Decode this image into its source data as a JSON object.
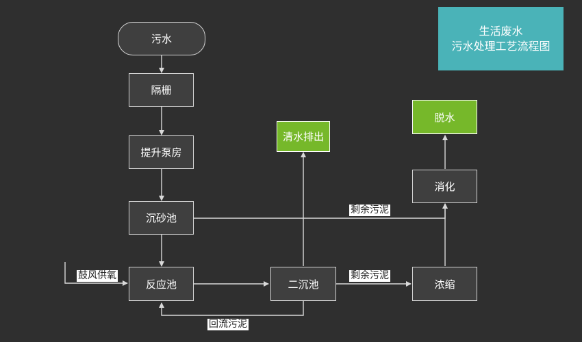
{
  "title": {
    "line1": "生活废水",
    "line2": "污水处理工艺流程图"
  },
  "nodes": {
    "sewage": "污水",
    "screen": "隔栅",
    "pump_house": "提升泵房",
    "grit_chamber": "沉砂池",
    "reaction_tank": "反应池",
    "secondary_clarifier": "二沉池",
    "clear_water_discharge": "清水排出",
    "thickening": "浓缩",
    "digestion": "消化",
    "dewatering": "脱水"
  },
  "labels": {
    "aeration": "鼓风供氧",
    "return_sludge": "回流污泥",
    "excess_sludge_upper": "剩余污泥",
    "excess_sludge_lower": "剩余污泥"
  },
  "colors": {
    "background": "#2f2f2f",
    "node_fill": "#3f3f3f",
    "node_border": "#d8d8d8",
    "output_fill": "#76b82a",
    "title_fill": "#4ab3b8",
    "line": "#d9d9d9"
  }
}
